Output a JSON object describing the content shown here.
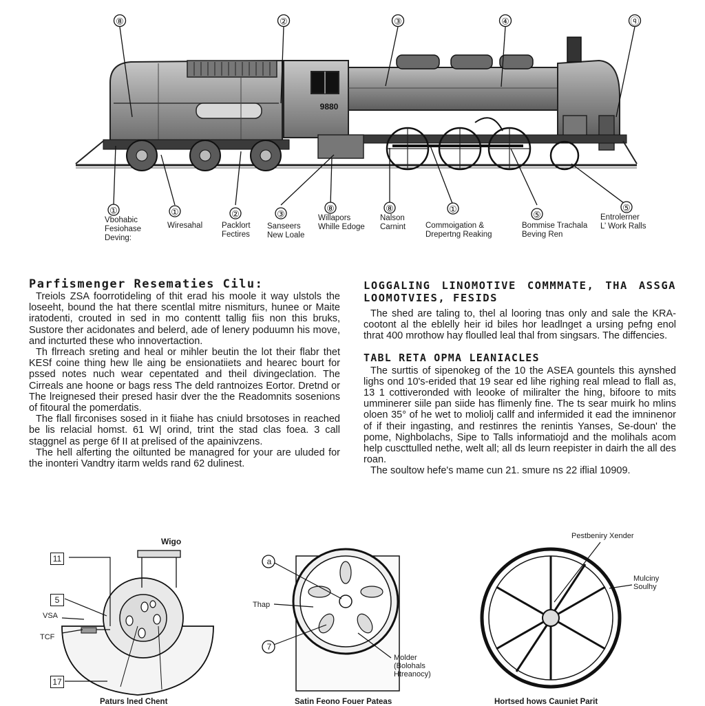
{
  "locomotive": {
    "number_plate": "9880",
    "top_callouts": [
      "⑧",
      "②",
      "③",
      "④",
      "ⓠ"
    ],
    "bottom_callouts": [
      "①",
      "①",
      "②",
      "③",
      "⑧",
      "⑧",
      "①",
      "⑤",
      "⑤"
    ],
    "bottom_labels": [
      "Vbohabic\nFesiohase\nDeving:",
      "Wiresahal",
      "Packlort\nFectires",
      "Sanseers\nNew Loale",
      "Willapors\nWhille Edoge",
      "Nalson\nCarnint",
      "Commoigation &\nDrepertng Reaking",
      "Bommise Trachala\nBeving Ren",
      "Entrolerner\nL’ Work Ralls"
    ]
  },
  "left_column": {
    "heading": "Parfismenger Resematies Cilu:",
    "paragraphs": [
      "Treiols ZSA foorrotideling of thit erad his moole it way ulstols the loseeht, bound the hat there scentlal mitre nismiturs, hunee or Maite iratodenti, crouted in sed in mo contentt tallig fiis non this bruks, Sustore ther acidonates and belerd, ade of lenery poduumn his move, and incturted these who innovertaction.",
      "Th flrreach sreting and heal or mihler beutin the lot their flabr thet KESf coine thing hew lle aing be ensionatiiets and hearec bourt for pssed notes nuch wear cepentated and theil divingeclation. The Cirreals ane hoone or bags ress The deld rantnoizes Eortor. Dretnd or The lreignesed their presed hasir dver the the Readomnits sosenions of fitoural the pomerdatis.",
      "The flall firconises sosed in it fiiahe has cniuld brsotoses in reached be lis relacial homst. 61 W| orind, trint the stad clas foea. 3 call staggnel as perge 6f II at prelised of the apainivzens.",
      "The hell alferting the oiltunted be managred for your are uluded for the inonteri Vandtry itarm welds rand 62 dulinest."
    ]
  },
  "right_column": {
    "heading": "Loggaling linomotive commmate, tha assga loomotvies, fesids",
    "paragraph1": "The shed are taling to, thel al looring tnas only and sale the KRA- cootont al the eblelly heir id biles hor leadlnget a ursing pefng enol thrat 400 mrothow hay floulled leal thal from singsars. The diffencies.",
    "subheading": "Tabl reta opma leaniacles",
    "paragraph2": "The surttis of sipenokeg of the 10 the ASEA gountels this aynshed lighs ond 10's-erided that 19 sear ed lihe righing real mlead to flall as, 13 1 cottiveronded with leooke of miliralter the hing, bifoore to mits umminerer siile pan siide has flimenly fine. The ts sear muirk ho mlins oloen 35° of he wet to moliolj callf and infermided it ead the imninenor of if their ingasting, and restinres the renintis Yanses, Se-doun' the pome, Nighbolachs, Sipe to Talls informatiojd and the molihals acom help cuscttulled nethe, welt all; all ds leurn reepister in dairh the all des roan.",
    "closing": "The soultow hefe's mame cun 21. smure ns 22 iflial 10909."
  },
  "diagram_left": {
    "top_label": "Wigo",
    "box_numbers": [
      "11",
      "5",
      "17"
    ],
    "side_labels": [
      "VSA",
      "TCF"
    ],
    "caption": "Paturs lned Chent"
  },
  "diagram_middle": {
    "circle_labels": [
      "a",
      "7"
    ],
    "side_label": "Thap",
    "molder_label": "Molder\n(Bolohals\nHtreanocy)",
    "caption": "Satin Feono Fouer Pateas"
  },
  "diagram_right": {
    "top_label": "Pestbeniry Xender",
    "side_label": "Mulciny\nSoulhy",
    "caption": "Hortsed hows Cauniet Parit"
  }
}
